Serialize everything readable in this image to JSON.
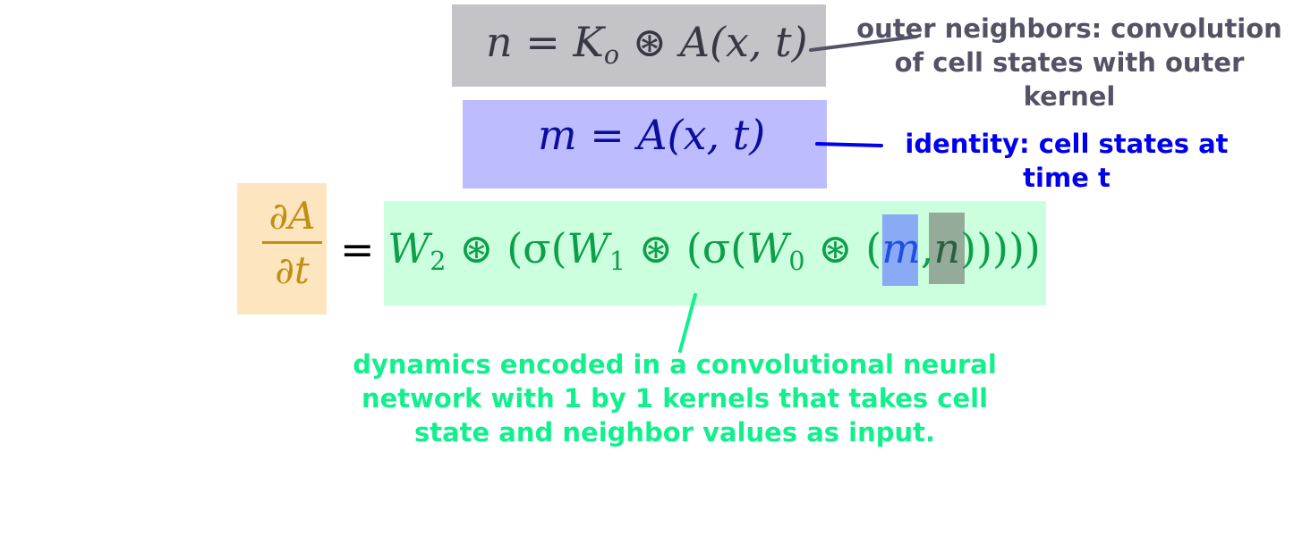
{
  "equations": {
    "n": {
      "lhs": "n",
      "eq": "=",
      "kernel": "K",
      "kernel_sub": "o",
      "op": "⊛",
      "rhs": "A(x, t)"
    },
    "m": {
      "lhs": "m",
      "eq": "=",
      "rhs": "A(x, t)"
    },
    "dynamics": {
      "numerator": "∂A",
      "denominator": "∂t",
      "equals": "=",
      "w2": "W",
      "w2_sub": "2",
      "op1": "⊛",
      "open1": "(σ(",
      "w1": "W",
      "w1_sub": "1",
      "op2": "⊛",
      "open2": "(σ(",
      "w0": "W",
      "w0_sub": "0",
      "op3": "⊛",
      "open3": "(",
      "arg_m": "m",
      "comma": ",",
      "arg_n": "n",
      "close": ")))))"
    }
  },
  "annotations": {
    "outer_neighbors": "outer neighbors: convolution of cell states with outer kernel",
    "identity": "identity: cell states at time t",
    "dynamics": "dynamics encoded in a convolutional neural network with 1 by 1 kernels that takes cell state and neighbor values as input."
  },
  "colors": {
    "n_box": "#c4c4c8",
    "m_box": "#bcbcff",
    "dadt_box": "#fde5bf",
    "nn_box": "#ccffdd",
    "outer_note": "#545366",
    "identity_note": "#0000ee",
    "dynamics_note": "#11f08d"
  }
}
